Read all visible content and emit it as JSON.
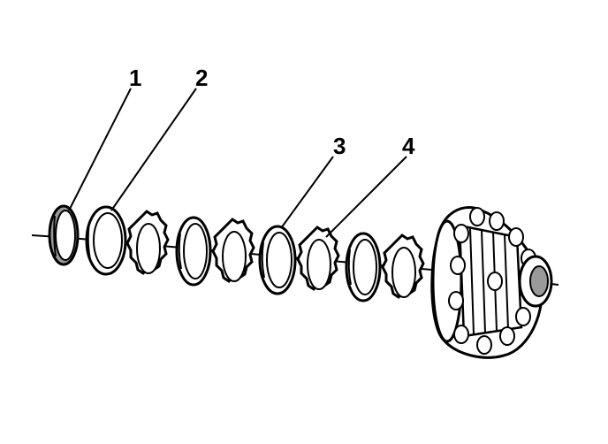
{
  "callouts": [
    {
      "label": "1"
    },
    {
      "label": "2"
    },
    {
      "label": "3"
    },
    {
      "label": "4"
    }
  ],
  "colors": {
    "ink": "#000000",
    "background": "#ffffff",
    "shade": "#9a9a9a"
  }
}
